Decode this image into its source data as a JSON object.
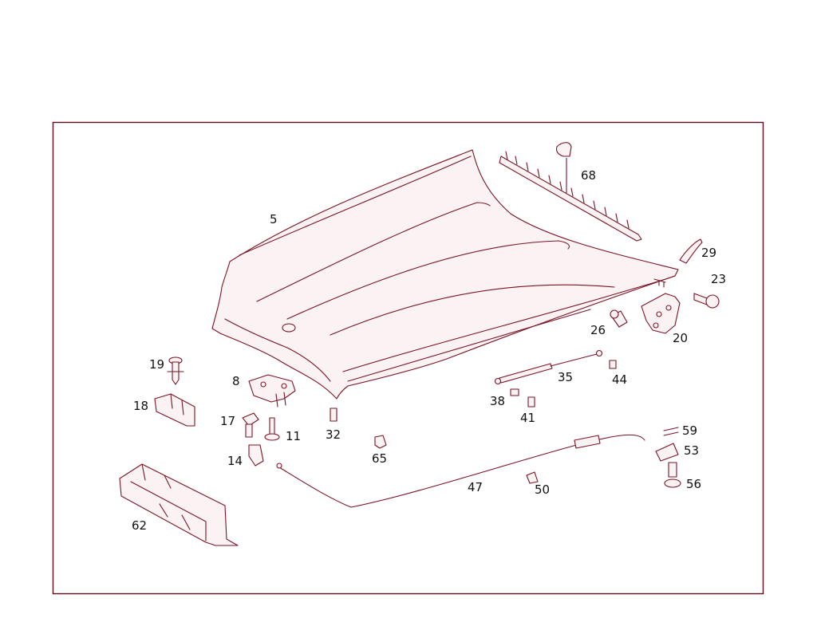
{
  "callouts": {
    "c5": "5",
    "c68": "68",
    "c29": "29",
    "c23": "23",
    "c20": "20",
    "c26": "26",
    "c35": "35",
    "c44": "44",
    "c19": "19",
    "c8": "8",
    "c18": "18",
    "c17": "17",
    "c11": "11",
    "c32": "32",
    "c38": "38",
    "c41": "41",
    "c14": "14",
    "c65": "65",
    "c59": "59",
    "c53": "53",
    "c56": "56",
    "c47": "47",
    "c50": "50",
    "c62": "62"
  },
  "colors": {
    "line": "#7a1326",
    "frame": "#5a0f1e",
    "text": "#111111"
  }
}
